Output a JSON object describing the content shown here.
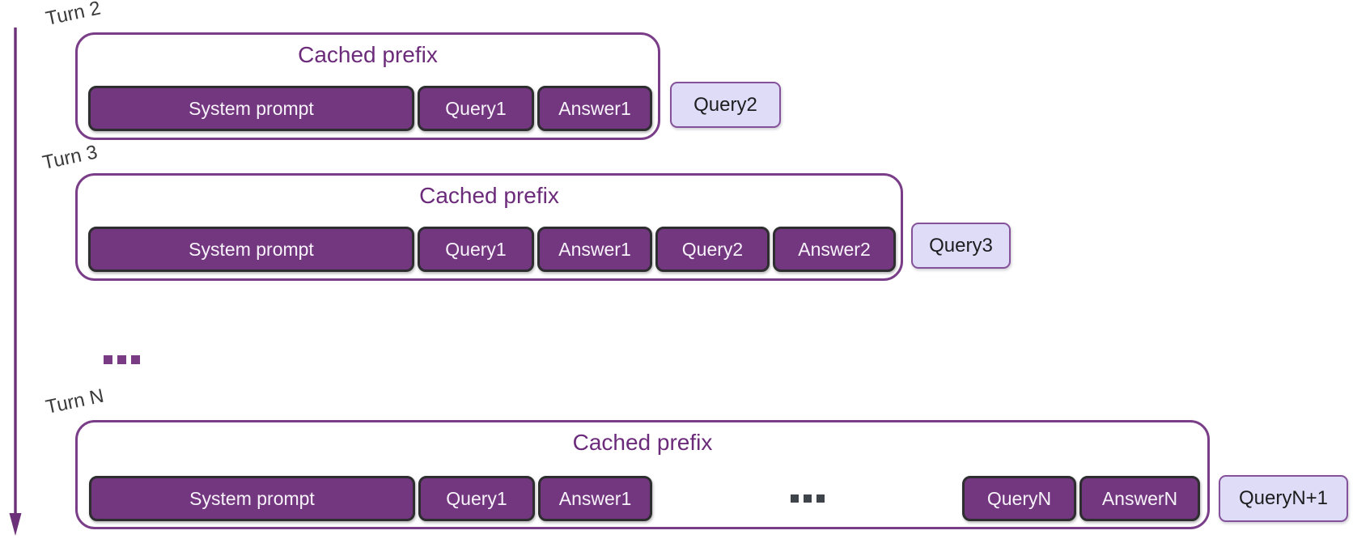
{
  "diagram": {
    "flow_arrow_icon": "down-arrow",
    "between_rows_ellipsis": "...",
    "rows": [
      {
        "turn_label": "Turn 2",
        "prefix_title": "Cached prefix",
        "blocks": [
          "System prompt",
          "Query1",
          "Answer1"
        ],
        "new_query_label": "Query2"
      },
      {
        "turn_label": "Turn 3",
        "prefix_title": "Cached prefix",
        "blocks": [
          "System prompt",
          "Query1",
          "Answer1",
          "Query2",
          "Answer2"
        ],
        "new_query_label": "Query3"
      },
      {
        "turn_label": "Turn N",
        "prefix_title": "Cached prefix",
        "blocks": [
          "System prompt",
          "Query1",
          "Answer1",
          "QueryN",
          "AnswerN"
        ],
        "inner_ellipsis": "...",
        "new_query_label": "QueryN+1"
      }
    ],
    "colors": {
      "outer_box_border": "#7a3e88",
      "prefix_title_text": "#6c2b7a",
      "cached_block_fill": "#72377f",
      "cached_block_border": "#2e2e31",
      "cached_block_text": "#f8f3fa",
      "new_query_fill": "#dedcf7",
      "new_query_border": "#84519a",
      "new_query_text": "#1d1d1f",
      "turn_label_text": "#3a3a3a",
      "arrow": "#6d3179",
      "ellipsis_purple": "#7a3b85",
      "ellipsis_gray": "#3f434a"
    }
  }
}
